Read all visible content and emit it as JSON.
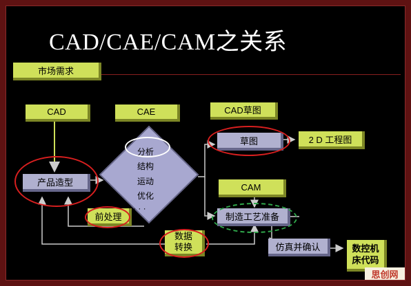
{
  "title": "CAD/CAE/CAM之关系",
  "nodes": {
    "market_demand": "市场需求",
    "cad": "CAD",
    "cae": "CAE",
    "cad_sketch": "CAD草图",
    "product_modeling": "产品造型",
    "sketch": "草图",
    "drawing_2d": "2 D 工程图",
    "cam": "CAM",
    "manufacturing_prep": "制造工艺准备",
    "preprocessing": "前处理",
    "data_conversion": "数据转换",
    "simulation_confirm": "仿真并确认",
    "nc_machine_code": "数控机床代码"
  },
  "analysis_items": [
    "分析",
    "结构",
    "运动",
    "优化"
  ],
  "analysis_more": "· · ·",
  "watermark": "思创网",
  "colors": {
    "background": "#000000",
    "frame": "#5e1212",
    "yellow_box": "#cfe05a",
    "gray_box": "#b0b0cf",
    "diamond": "#a8a8d0",
    "highlight_red": "#d81f1f",
    "highlight_white": "#ffffff",
    "highlight_green": "#2fa64a"
  }
}
